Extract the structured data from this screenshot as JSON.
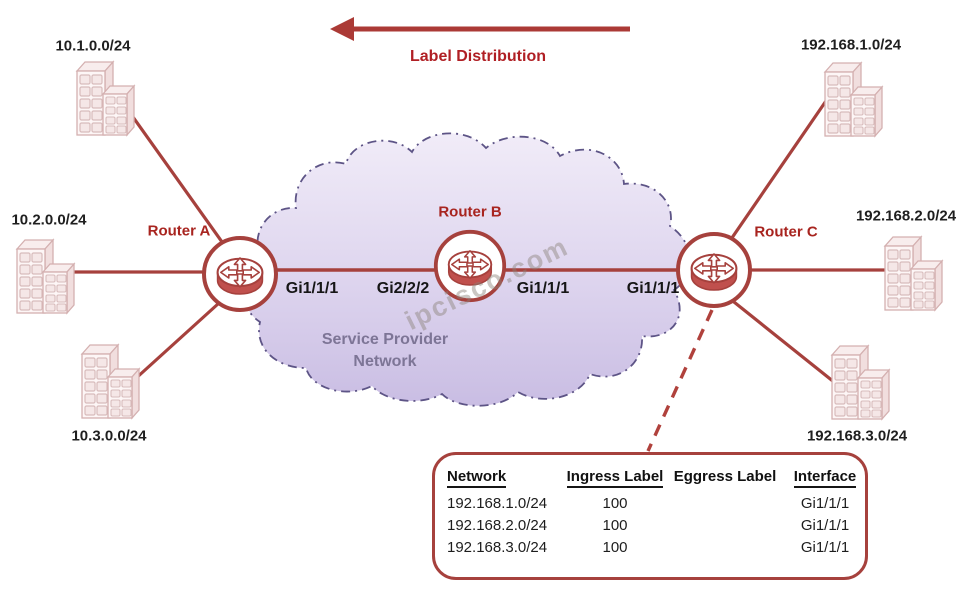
{
  "colors": {
    "line_red": "#a6413d",
    "router_fill_red": "#c0504d",
    "label_red": "#a8241f",
    "arrow_red": "#ab3a36",
    "text_dark": "#1f1f1f",
    "cloud_border_purple": "#5d5486",
    "cloud_fill_top": "#f1ecf8",
    "cloud_fill_bottom": "#c9bde3",
    "cloud_text": "#7d7596",
    "building_fill": "#fdf6f6",
    "building_stroke": "#d4b0b0"
  },
  "arrow": {
    "label": "Label Distribution"
  },
  "cloud": {
    "line1": "Service Provider",
    "line2": "Network"
  },
  "watermark": "ipcisco.com",
  "routers": [
    {
      "name": "Router A"
    },
    {
      "name": "Router B"
    },
    {
      "name": "Router C"
    }
  ],
  "interface_labels": [
    "Gi1/1/1",
    "Gi2/2/2",
    "Gi1/1/1",
    "Gi1/1/1"
  ],
  "networks": {
    "left": [
      "10.1.0.0/24",
      "10.2.0.0/24",
      "10.3.0.0/24"
    ],
    "right": [
      "192.168.1.0/24",
      "192.168.2.0/24",
      "192.168.3.0/24"
    ]
  },
  "label_table": {
    "headers": [
      {
        "label": "Network",
        "underline": true
      },
      {
        "label": "Ingress Label",
        "underline": true
      },
      {
        "label": "Eggress Label",
        "underline": false
      },
      {
        "label": "Interface",
        "underline": true
      }
    ],
    "rows": [
      {
        "network": "192.168.1.0/24",
        "ingress": "100",
        "eggress": "",
        "interface": "Gi1/1/1"
      },
      {
        "network": "192.168.2.0/24",
        "ingress": "100",
        "eggress": "",
        "interface": "Gi1/1/1"
      },
      {
        "network": "192.168.3.0/24",
        "ingress": "100",
        "eggress": "",
        "interface": "Gi1/1/1"
      }
    ]
  }
}
